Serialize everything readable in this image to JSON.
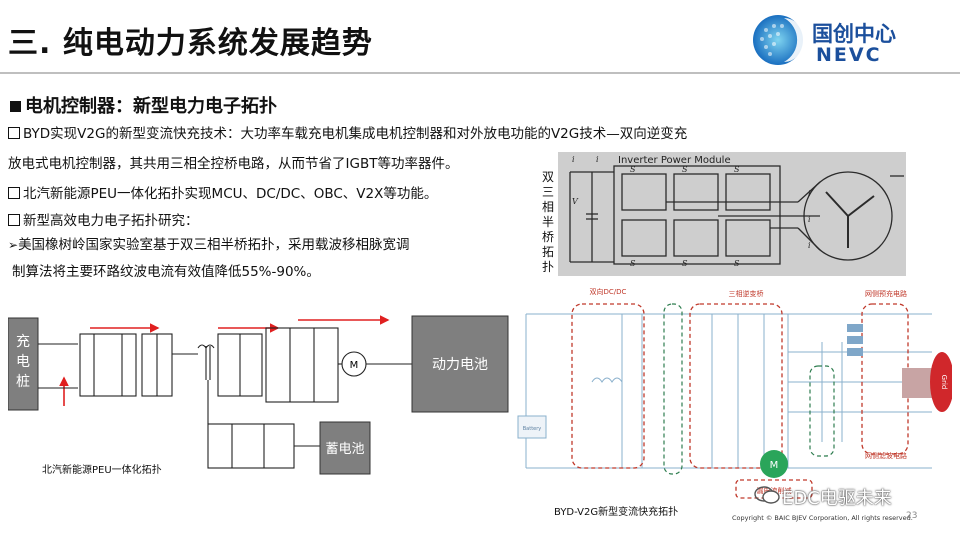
{
  "slide": {
    "title": "三. 纯电动力系统发展趋势",
    "logo": {
      "cn": "国创中心",
      "en": "NEVC"
    },
    "subtitle": "电机控制器：新型电力电子拓扑",
    "bullets": {
      "b1_line1": "BYD实现V2G的新型变流快充技术：大功率车载充电机集成电机控制器和对外放电功能的V2G技术—双向逆变充",
      "b1_line2": "放电式电机控制器，其共用三相全控桥电路，从而节省了IGBT等功率器件。",
      "b2": "北汽新能源PEU一体化拓扑实现MCU、DC/DC、OBC、V2X等功能。",
      "b3": "新型高效电力电子拓扑研究：",
      "b3_sub_line1": "美国橡树岭国家实验室基于双三相半桥拓扑，采用载波移相脉宽调",
      "b3_sub_line2": "制算法将主要环路纹波电流有效值降低55%-90%。"
    },
    "vertical_label": "双三相半桥拓扑",
    "inverter_title": "Inverter Power Module",
    "left_diagram": {
      "charger": "充电桩",
      "power_battery": "动力电池",
      "storage_battery": "蓄电池",
      "caption": "北汽新能源PEU一体化拓扑"
    },
    "right_diagram": {
      "dcdc": "双向DC/DC",
      "bridge": "三相逆变桥",
      "grid_filter_top": "网侧预充电路",
      "grid_filter_bottom": "网侧滤波电路",
      "ripple": "漏电流削减",
      "battery": "Battery",
      "motor": "M",
      "grid": "Grid",
      "caption": "BYD-V2G新型变流快充拓扑"
    },
    "watermark": "EDC电驱未来",
    "copyright": "Copyright © BAIC BJEV Corporation, All rights reserved.",
    "page": "23"
  }
}
